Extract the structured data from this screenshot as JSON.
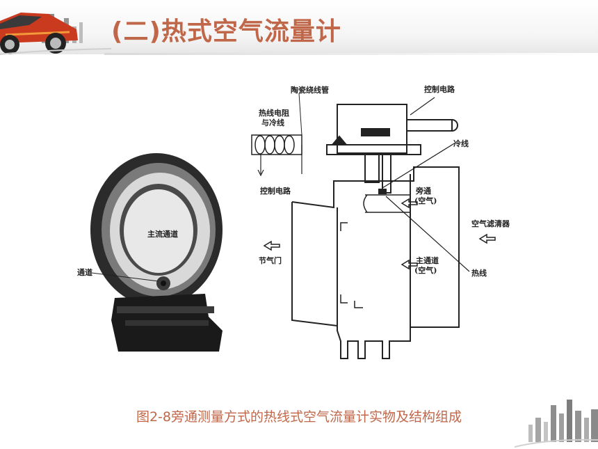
{
  "title": "(二)热式空气流量计",
  "photo": {
    "labels": {
      "main_channel": "主流通道",
      "bypass_channel": "通道"
    }
  },
  "diagram": {
    "labels": {
      "ceramic_bobbin": "陶瓷绕线管",
      "hot_wire_resistor": "热线电阻",
      "and_cold_wire": "与冷线",
      "control_circuit_left": "控制电路",
      "control_circuit_top": "控制电路",
      "cold_wire": "冷线",
      "bypass": "旁通",
      "bypass_air": "(空气)",
      "air_filter": "空气滤清器",
      "throttle": "节气门",
      "main_passage": "主通道",
      "main_air": "(空气)",
      "hot_wire": "热线"
    }
  },
  "caption": "图2-8旁通测量方式的热线式空气流量计实物及结构组成"
}
